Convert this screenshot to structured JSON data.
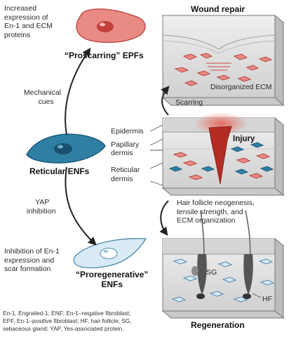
{
  "left": {
    "top_text": [
      "Increased",
      "expression of",
      "En-1 and ECM",
      "proteins"
    ],
    "proscarring_label": "“Proscarring” EPFs",
    "mechanical_cues": [
      "Mechanical",
      "cues"
    ],
    "reticular_label": "Reticular ENFs",
    "yap_inhibition": [
      "YAP",
      "inhibition"
    ],
    "inhibition_text": [
      "Inhibition of En-1",
      "expression and",
      "scar formation"
    ],
    "proregenerative_label": [
      "“Proregenerative”",
      "ENFs"
    ]
  },
  "right": {
    "wound_repair_title": "Wound repair",
    "disorganized_ecm": "Disorganized ECM",
    "scarring_label": "Scarring",
    "layer_labels": [
      "Epidermis",
      "Papillary",
      "dermis",
      "Reticular",
      "dermis"
    ],
    "injury_label": "Injury",
    "regen_text": [
      "Hair follicle neogenesis,",
      "tensile strength, and",
      "ECM organization"
    ],
    "sg_label": "SG",
    "hf_label": "HF",
    "regeneration_title": "Regeneration"
  },
  "footnote": [
    "En-1, Engrailed-1; ENF; En-1–negative fibroblast;",
    "EPF, En-1–positive fibroblast; HF, hair follicle; SG,",
    "sebaceous gland; YAP, Yes-associated protein."
  ],
  "colors": {
    "proscarring_fill": "#e98a84",
    "reticular_fill": "#2f7fa3",
    "proregenerative_fill": "#d8eaf6",
    "injury_fill": "#b32d25",
    "block_top": "#e4e4e4",
    "block_side": "#bdbdbd"
  },
  "icons": [
    "fibroblast-cell-icon",
    "skin-block-icon",
    "hair-follicle-icon",
    "arrow-icon"
  ]
}
